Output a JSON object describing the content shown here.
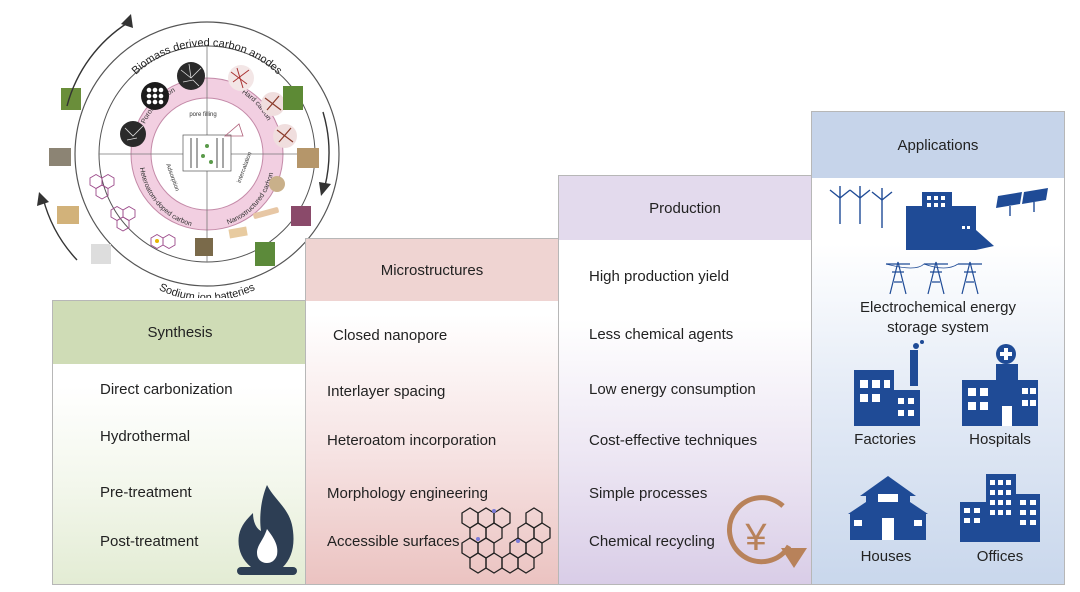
{
  "wheel": {
    "outer_top": "Biomass derived carbon anodes",
    "outer_bottom": "Sodium ion batteries",
    "q_tl": "Porous carbon",
    "q_tr": "Hard carbon",
    "q_bl": "Heteroatom-doped carbon",
    "q_br": "Nanostructured carbon",
    "inner_top": "pore filling",
    "inner_right": "intercalation",
    "inner_left": "Adsorption"
  },
  "synthesis": {
    "header": "Synthesis",
    "items": [
      "Direct carbonization",
      "Hydrothermal",
      "Pre-treatment",
      "Post-treatment"
    ]
  },
  "microstructures": {
    "header": "Microstructures",
    "items": [
      "Closed nanopore",
      "Interlayer spacing",
      "Heteroatom incorporation",
      "Morphology engineering",
      "Accessible surfaces"
    ]
  },
  "production": {
    "header": "Production",
    "items": [
      "High production yield",
      "Less chemical agents",
      "Low energy consumption",
      "Cost-effective techniques",
      "Simple processes",
      "Chemical recycling"
    ],
    "currency_symbol": "¥"
  },
  "applications": {
    "header": "Applications",
    "storage_line1": "Electrochemical energy",
    "storage_line2": "storage system",
    "factories": "Factories",
    "hospitals": "Hospitals",
    "houses": "Houses",
    "offices": "Offices"
  },
  "colors": {
    "synthesis": "#cfdcb6",
    "microstructures": "#efd4d2",
    "production": "#e3daed",
    "applications": "#c6d4ea",
    "icon_blue": "#1f4b96",
    "flame": "#2d3e54",
    "yen": "#b8825a"
  }
}
